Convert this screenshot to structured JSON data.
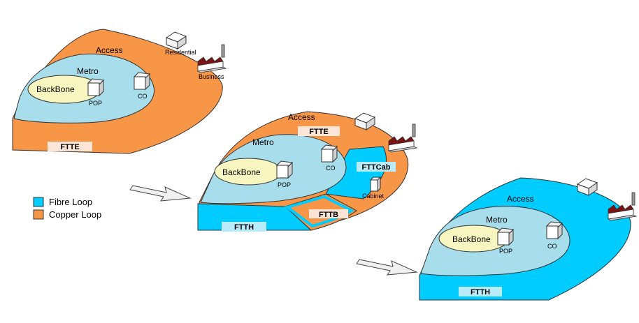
{
  "colors": {
    "copper": "#F79646",
    "fibre": "#00CCFF",
    "metro": "#A8DDEB",
    "backbone": "#F7F5C0",
    "tag_fill": "#FCE4D6",
    "building_red": "#7A1414"
  },
  "icons": [
    "server-box-icon",
    "house-icon",
    "factory-icon",
    "cabinet-icon",
    "arrow-icon"
  ],
  "diagram1": {
    "access": "Access",
    "metro": "Metro",
    "backbone": "BackBone",
    "pop": "POP",
    "co": "CO",
    "residential": "Residential",
    "business": "Business",
    "tag": "FTTE"
  },
  "diagram2": {
    "access": "Access",
    "metro": "Metro",
    "backbone": "BackBone",
    "pop": "POP",
    "co": "CO",
    "ftte": "FTTE",
    "fttcab": "FTTCab",
    "cabinet": "Cabinet",
    "ftth": "FTTH",
    "fttb": "FTTB"
  },
  "diagram3": {
    "access": "Access",
    "metro": "Metro",
    "backbone": "BackBone",
    "pop": "POP",
    "co": "CO",
    "ftth": "FTTH"
  },
  "legend": {
    "fibre_label": "Fibre Loop",
    "copper_label": "Copper Loop"
  }
}
